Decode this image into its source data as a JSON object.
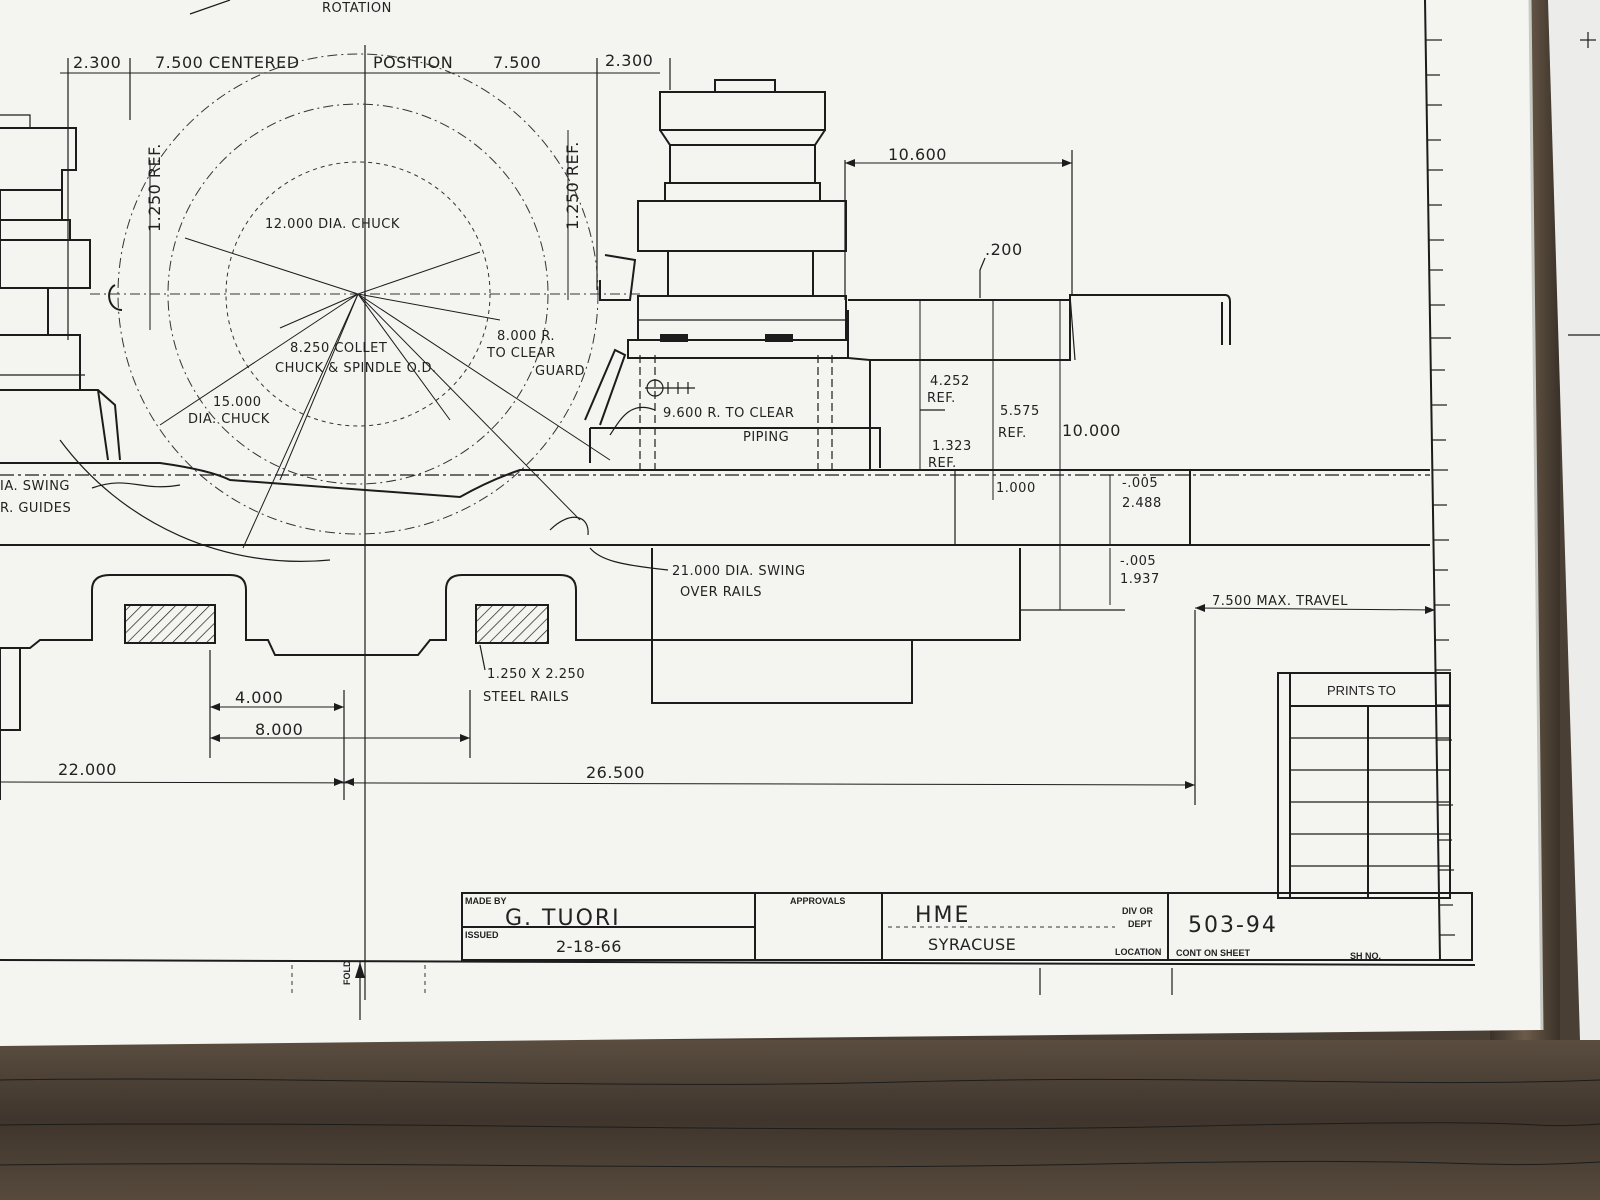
{
  "labels": {
    "rotation": "ROTATION",
    "d_2300_left": "2.300",
    "d_7500_centered": "7.500 CENTERED",
    "d_position": "POSITION",
    "d_7500_right": "7.500",
    "d_2300_right": "2.300",
    "d_1250_ref_left": "1.250 REF.",
    "d_1250_ref_right": "1.250 REF.",
    "d_10600": "10.600",
    "d_200": ".200",
    "chuck_12": "12.000 DIA. CHUCK",
    "collet_line1": "8.250 COLLET",
    "collet_line2": "CHUCK & SPINDLE O.D.",
    "clear_guard_line1": "8.000 R.",
    "clear_guard_line2": "TO CLEAR",
    "clear_guard_line3": "GUARD",
    "chuck_15_line1": "15.000",
    "chuck_15_line2": "DIA. CHUCK",
    "piping_line1": "9.600 R. TO CLEAR",
    "piping_line2": "PIPING",
    "d_4252": "4.252",
    "ref_a": "REF.",
    "d_5575": "5.575",
    "ref_b": "REF.",
    "d_10000": "10.000",
    "d_1323": "1.323",
    "ref_c": "REF.",
    "d_1000": "1.000",
    "tol_1a": "-.005",
    "tol_1b": "2.488",
    "tol_2a": "-.005",
    "tol_2b": "1.937",
    "max_travel": "7.500 MAX. TRAVEL",
    "swing_guides_line1": "IA. SWING",
    "swing_guides_line2": "R. GUIDES",
    "swing_rails_line1": "21.000 DIA. SWING",
    "swing_rails_line2": "OVER RAILS",
    "rails_line1": "1.250 X 2.250",
    "rails_line2": "STEEL RAILS",
    "d_4000": "4.000",
    "d_8000": "8.000",
    "d_22000": "22.000",
    "d_26500": "26.500",
    "fold": "FOLD"
  },
  "prints_to": {
    "header": "PRINTS TO"
  },
  "title_block": {
    "made_by_label": "MADE BY",
    "made_by": "G. TUORI",
    "issued_label": "ISSUED",
    "issued": "2-18-66",
    "approvals_label": "APPROVALS",
    "division": "HME",
    "location": "SYRACUSE",
    "div_or_label": "DIV OR",
    "dept_label": "DEPT",
    "location_label": "LOCATION",
    "drawing_number": "503-94",
    "cont_on_sheet_label": "CONT ON SHEET",
    "sh_no_label": "SH NO."
  },
  "colors": {
    "paper": "#f4f4f1",
    "ink": "#1c1c1c",
    "wood": "#4a3f35"
  }
}
